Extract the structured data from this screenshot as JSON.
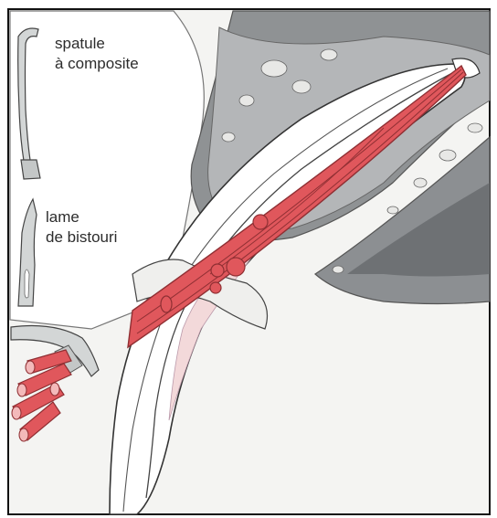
{
  "labels": {
    "spatula_line1": "spatule",
    "spatula_line2": "à composite",
    "blade_line1": "lame",
    "blade_line2": "de bistouri"
  },
  "colors": {
    "fiber": "#e0575c",
    "fiber_dark": "#a83a3e",
    "bone": "#8a8d90",
    "bone_light": "#c9cbcd",
    "tissue": "#f1f1ef",
    "instrument": "#d3d6d6"
  }
}
